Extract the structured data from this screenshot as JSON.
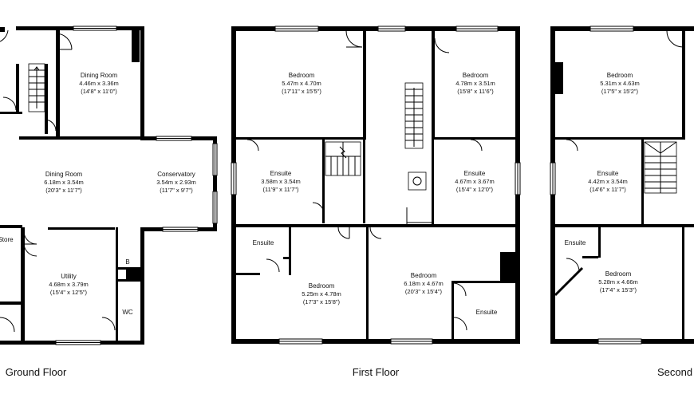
{
  "floors": [
    {
      "label": "Ground Floor",
      "rooms": [
        {
          "name": "Dining Room",
          "metric": "4.46m x 3.36m",
          "imperial": "(14'8\" x 11'0\")"
        },
        {
          "name": "Dining Room",
          "metric": "6.18m x 3.54m",
          "imperial": "(20'3\" x 11'7\")"
        },
        {
          "name": "Conservatory",
          "metric": "3.54m x 2.93m",
          "imperial": "(11'7\" x 9'7\")"
        },
        {
          "name": "Utility",
          "metric": "4.68m x 3.79m",
          "imperial": "(15'4\" x 12'5\")"
        },
        {
          "name": "Store"
        },
        {
          "name": "B"
        },
        {
          "name": "WC"
        }
      ]
    },
    {
      "label": "First Floor",
      "rooms": [
        {
          "name": "Bedroom",
          "metric": "5.47m x 4.70m",
          "imperial": "(17'11\" x 15'5\")"
        },
        {
          "name": "Bedroom",
          "metric": "4.78m x 3.51m",
          "imperial": "(15'8\" x 11'6\")"
        },
        {
          "name": "Ensuite",
          "metric": "3.58m x 3.54m",
          "imperial": "(11'9\" x 11'7\")"
        },
        {
          "name": "Ensuite",
          "metric": "4.67m x 3.67m",
          "imperial": "(15'4\" x 12'0\")"
        },
        {
          "name": "Ensuite"
        },
        {
          "name": "Bedroom",
          "metric": "5.25m x 4.78m",
          "imperial": "(17'3\" x 15'8\")"
        },
        {
          "name": "Bedroom",
          "metric": "6.18m x 4.67m",
          "imperial": "(20'3\" x 15'4\")"
        },
        {
          "name": "Ensuite"
        }
      ]
    },
    {
      "label": "Second",
      "rooms": [
        {
          "name": "Bedroom",
          "metric": "5.31m x 4.63m",
          "imperial": "(17'5\" x 15'2\")"
        },
        {
          "name": "Ensuite",
          "metric": "4.42m x 3.54m",
          "imperial": "(14'6\" x 11'7\")"
        },
        {
          "name": "Ensuite"
        },
        {
          "name": "Bedroom",
          "metric": "5.28m x 4.66m",
          "imperial": "(17'4\" x 15'3\")"
        }
      ]
    }
  ]
}
